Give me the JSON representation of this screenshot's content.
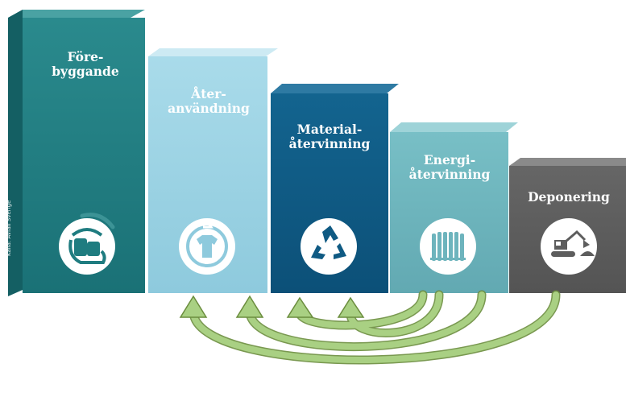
{
  "steps": [
    {
      "label": "Före-\nbyggande",
      "icon": "hand-holding-jar-icon"
    },
    {
      "label": "Åter-\nanvändning",
      "icon": "shirt-reuse-icon"
    },
    {
      "label": "Material-\nåtervinning",
      "icon": "recycle-icon"
    },
    {
      "label": "Energi-\nåtervinning",
      "icon": "radiator-icon"
    },
    {
      "label": "Deponering",
      "icon": "excavator-icon"
    }
  ],
  "source": "Källa: Avfall Sverige",
  "colors": {
    "step1": "#1f7c80",
    "step2": "#9ed3e3",
    "step3": "#0f5a83",
    "step4": "#6db4bd",
    "step5": "#5d5d5d",
    "arrows": "#a9d083",
    "arrow_edge": "#6b8d3e"
  }
}
